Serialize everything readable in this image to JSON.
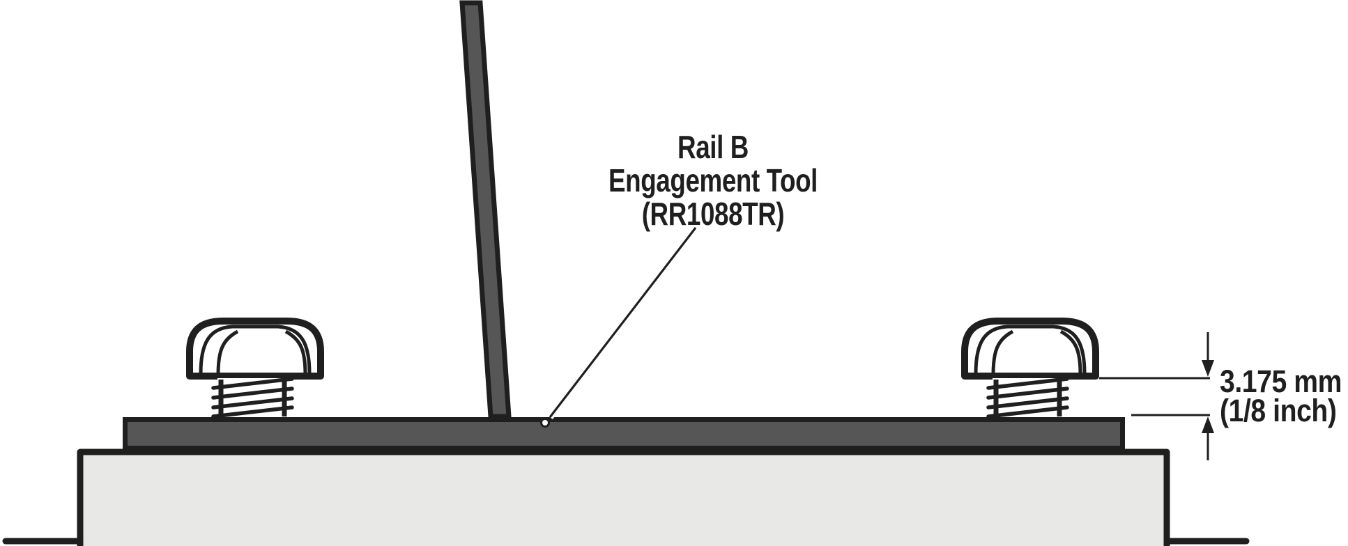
{
  "diagram": {
    "label": {
      "line1": "Rail B",
      "line2": "Engagement Tool",
      "line3": "(RR1088TR)"
    },
    "dimension": {
      "metric": "3.175 mm",
      "imperial": "(1/8 inch)"
    },
    "colors": {
      "outline": "#1f1f1f",
      "dark_gray": "#565656",
      "light_gray": "#e8e8e6",
      "background": "#ffffff"
    }
  }
}
